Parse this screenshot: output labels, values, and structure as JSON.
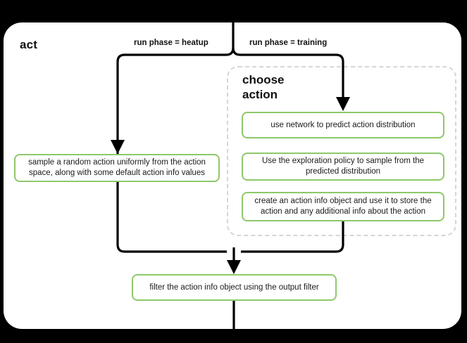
{
  "diagram": {
    "type": "flowchart",
    "title": "act",
    "background_color": "#000000",
    "panel_color": "#ffffff",
    "accent_color": "#8dc96a",
    "dashed_color": "#d6d6d6",
    "groups": [
      {
        "name": "act",
        "label": "act",
        "style": "solid-rounded-white-panel"
      },
      {
        "name": "choose-action",
        "label": "choose action",
        "label_line_1": "choose",
        "label_line_2": "action",
        "style": "dashed-rounded"
      }
    ],
    "edge_labels": [
      {
        "id": "heatup",
        "text": "run phase = heatup"
      },
      {
        "id": "training",
        "text": "run phase = training"
      }
    ],
    "nodes": [
      {
        "id": "sample-random-action",
        "text": "sample a random action uniformly from the action space, along with some default action info values",
        "group": "act",
        "color": "#8dc96a"
      },
      {
        "id": "use-network-predict",
        "text": "use network to predict action distribution",
        "group": "choose-action",
        "color": "#8dc96a"
      },
      {
        "id": "exploration-policy-sample",
        "text": "Use the exploration policy to sample from the predicted distribution",
        "group": "choose-action",
        "color": "#8dc96a"
      },
      {
        "id": "create-action-info",
        "text": "create an action info object and use it to store the action and any additional info about the action",
        "group": "choose-action",
        "color": "#8dc96a"
      },
      {
        "id": "filter-action-info",
        "text": "filter the action info object using the output filter",
        "group": "act",
        "color": "#8dc96a"
      }
    ]
  }
}
